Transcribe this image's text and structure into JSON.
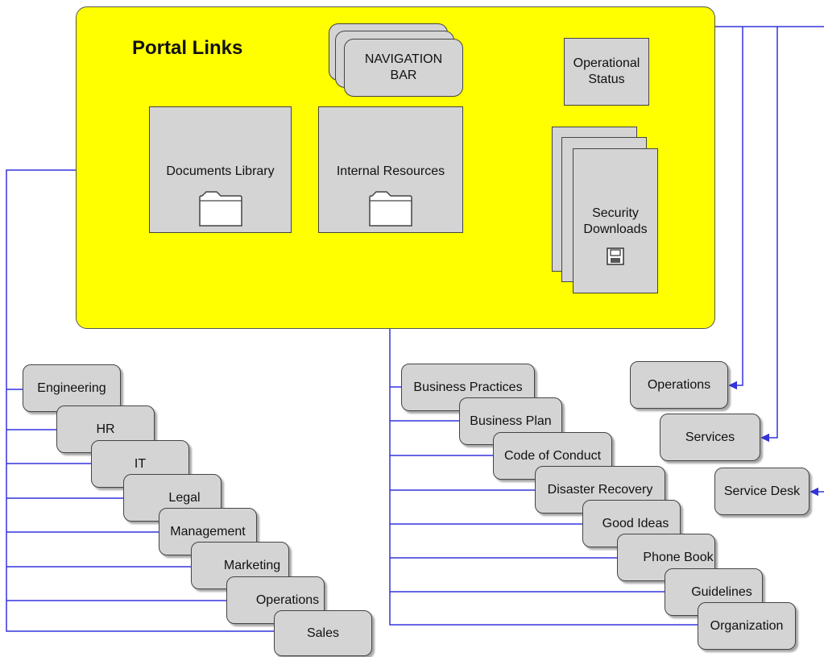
{
  "portal": {
    "title": "Portal Links",
    "navigation_bar": "NAVIGATION\nBAR",
    "operational_status": "Operational\nStatus",
    "documents_library": "Documents Library",
    "internal_resources": "Internal Resources",
    "security_downloads": "Security\nDownloads"
  },
  "documents_children": [
    "Engineering",
    "HR",
    "IT",
    "Legal",
    "Management",
    "Marketing",
    "Operations",
    "Sales"
  ],
  "resources_children": [
    "Business Practices",
    "Business Plan",
    "Code of Conduct",
    "Disaster Recovery",
    "Good Ideas",
    "Phone Book",
    "Guidelines",
    "Organization"
  ],
  "nav_children": [
    "Operations",
    "Services",
    "Service Desk"
  ],
  "colors": {
    "portal_fill": "#ffff00",
    "box_fill": "#d4d4d4",
    "connector_blue": "#3333dd"
  },
  "icons": [
    "folder-icon",
    "floppy-disk-icon"
  ]
}
